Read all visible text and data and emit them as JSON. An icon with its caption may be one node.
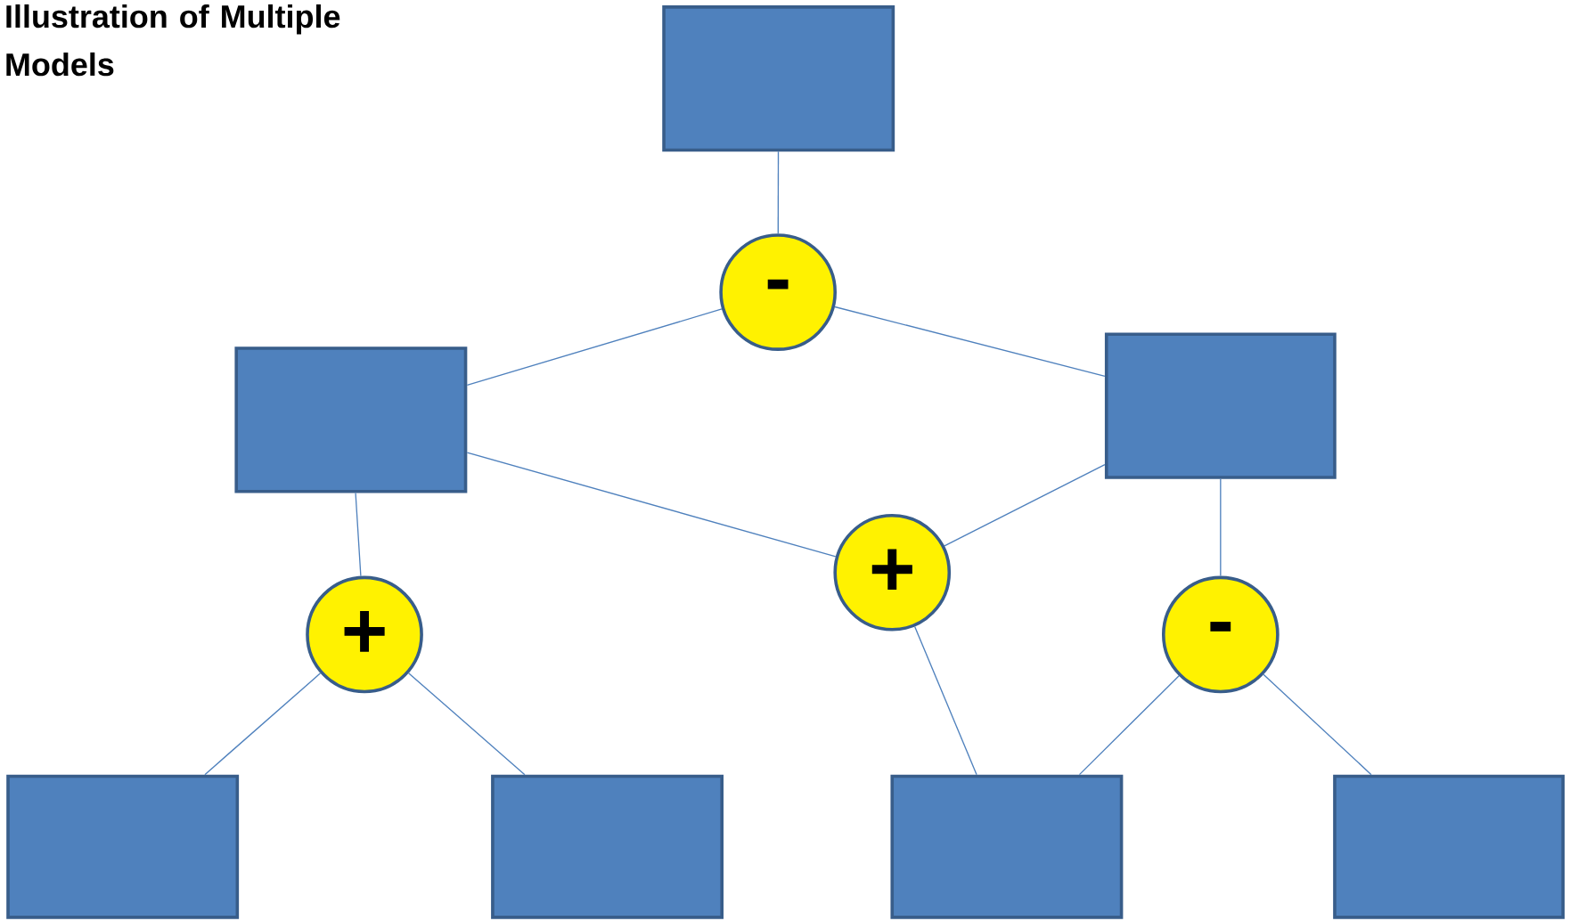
{
  "diagram": {
    "title": "Illustration of Multiple Models",
    "nodes": [
      {
        "text": [],
        "shape": "box"
      },
      {
        "text": [
          "-"
        ]
      },
      {
        "text": [],
        "shape": "box"
      },
      {
        "text": [],
        "shape": "box"
      },
      {
        "text": [
          "+"
        ]
      },
      {
        "text": [
          "+"
        ]
      },
      {
        "text": [
          "-"
        ]
      },
      {
        "text": [],
        "shape": "box"
      },
      {
        "text": [],
        "shape": "box"
      },
      {
        "text": [],
        "shape": "box"
      },
      {
        "text": [],
        "shape": "box"
      }
    ],
    "edges": [
      {
        "from": 0,
        "to": 1,
        "arrow": "none"
      },
      {
        "from": 1,
        "to": 2,
        "arrow": "none"
      },
      {
        "from": 1,
        "to": 3,
        "arrow": "none"
      },
      {
        "from": 2,
        "to": 4,
        "arrow": "none"
      },
      {
        "from": 3,
        "to": 4,
        "arrow": "none"
      },
      {
        "from": 2,
        "to": 5,
        "arrow": "none"
      },
      {
        "from": 3,
        "to": 6,
        "arrow": "none"
      },
      {
        "from": 5,
        "to": 7,
        "arrow": "none"
      },
      {
        "from": 5,
        "to": 8,
        "arrow": "none"
      },
      {
        "from": 4,
        "to": 9,
        "arrow": "none"
      },
      {
        "from": 6,
        "to": 9,
        "arrow": "none"
      },
      {
        "from": 6,
        "to": 10,
        "arrow": "none"
      }
    ]
  }
}
